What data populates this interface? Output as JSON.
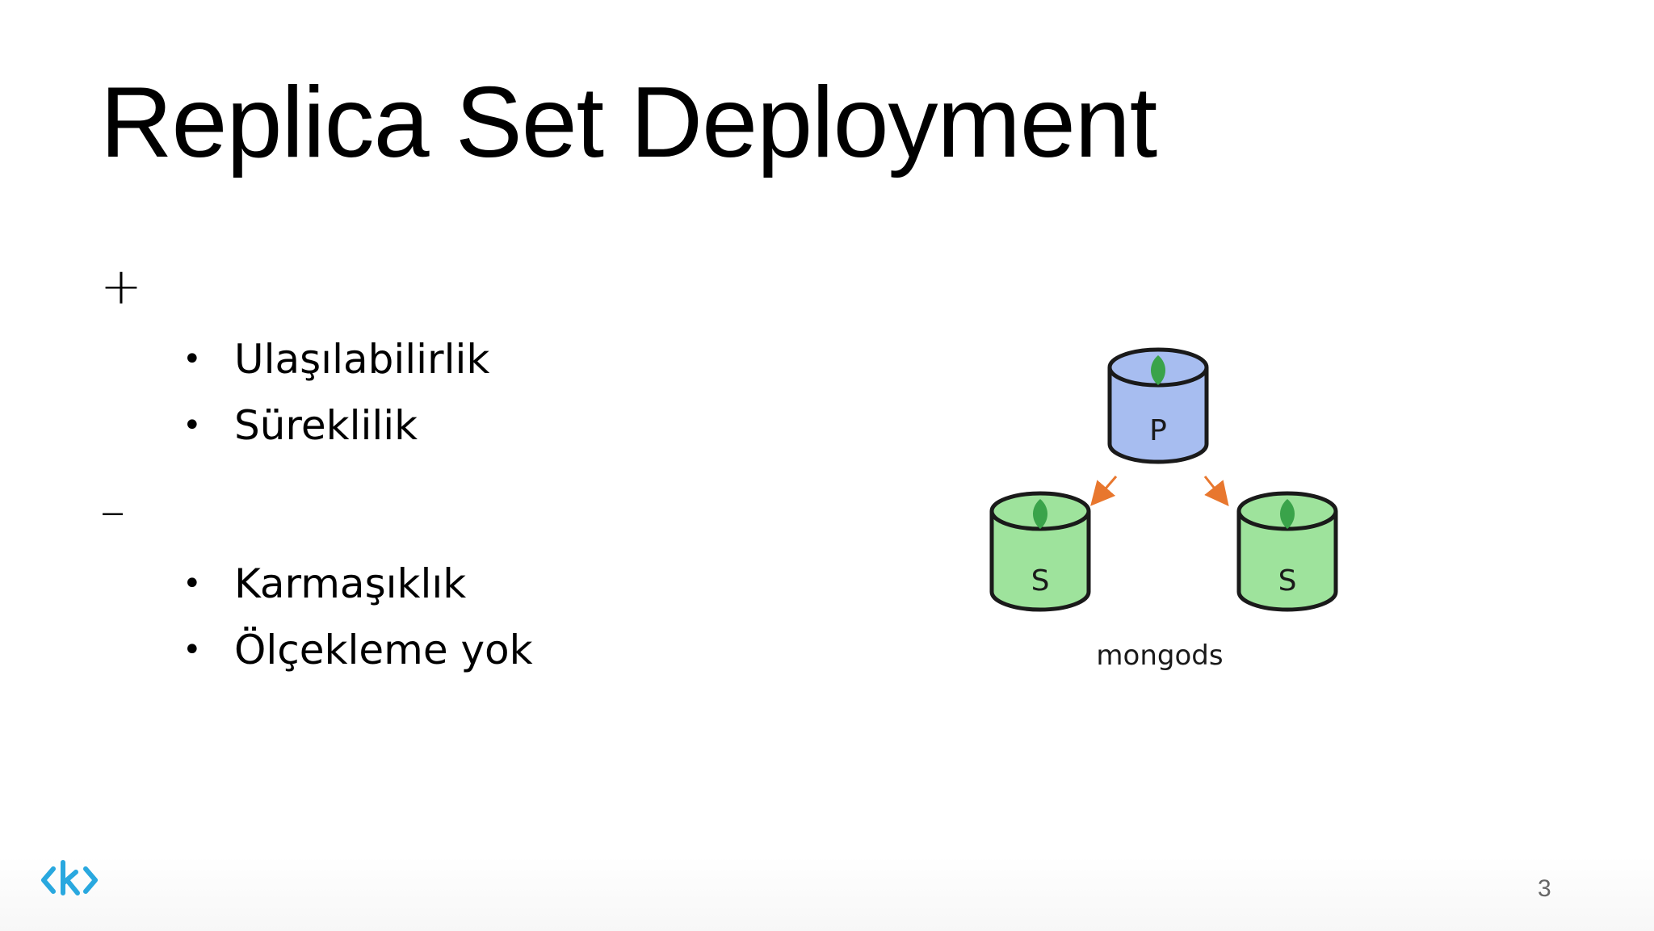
{
  "slide": {
    "title": "Replica Set Deployment",
    "page_number": "3",
    "plus_sign": "+",
    "minus_sign": "–",
    "pros": [
      "Ulaşılabilirlik",
      "Süreklilik"
    ],
    "cons": [
      "Karmaşıklık",
      "Ölçekleme yok"
    ]
  },
  "diagram": {
    "primary_label": "P",
    "secondary_labels": [
      "S",
      "S"
    ],
    "caption": "mongods",
    "colors": {
      "primary_fill": "#a7bdf0",
      "secondary_fill": "#9ee39c",
      "arrow": "#e8772e",
      "leaf": "#3aa34a",
      "outline": "#1a1a1a"
    }
  },
  "logo": {
    "icon": "k-brackets-logo",
    "color": "#29a8df"
  }
}
